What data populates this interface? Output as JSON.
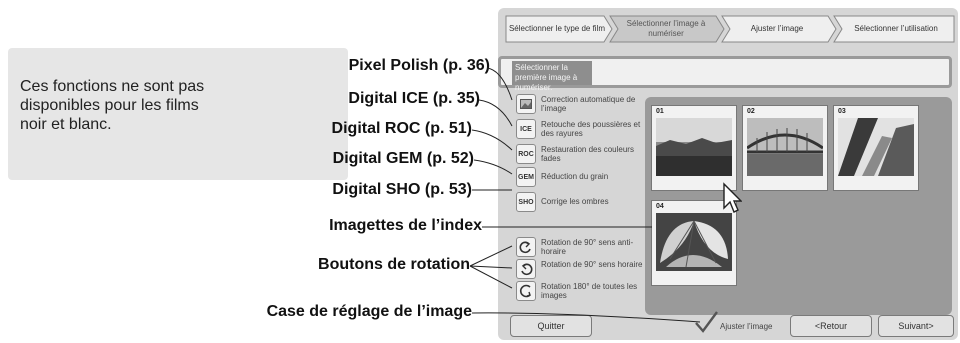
{
  "note": {
    "text": "Ces fonctions ne sont pas disponibles pour les films noir et blanc."
  },
  "callouts": [
    "Pixel Polish (p. 36)",
    "Digital ICE (p. 35)",
    "Digital ROC (p. 51)",
    "Digital GEM (p. 52)",
    "Digital SHO (p. 53)",
    "Imagettes de l’index",
    "Boutons de rotation",
    "Case de réglage de l’image"
  ],
  "steps": [
    "Sélectionner le type de film",
    "Sélectionner l’image à numériser",
    "Ajuster l’image",
    "Sélectionner l’utilisation"
  ],
  "prompt": {
    "label": "Sélectionner la première image à numériser."
  },
  "tools": [
    {
      "icon": "",
      "label": "Correction automatique de l’image"
    },
    {
      "icon": "ICE",
      "label": "Retouche des poussières et des rayures"
    },
    {
      "icon": "ROC",
      "label": "Restauration des couleurs fades"
    },
    {
      "icon": "GEM",
      "label": "Réduction du grain"
    },
    {
      "icon": "SHO",
      "label": "Corrige les ombres"
    }
  ],
  "rotation": [
    {
      "label": "Rotation de 90° sens anti-horaire"
    },
    {
      "label": "Rotation de 90° sens horaire"
    },
    {
      "label": "Rotation 180° de toutes les images"
    }
  ],
  "thumbnails": [
    {
      "number": "01"
    },
    {
      "number": "02"
    },
    {
      "number": "03"
    },
    {
      "number": "04"
    }
  ],
  "buttons": {
    "quit": "Quitter",
    "adjust": "Ajuster l’image",
    "back": "<Retour",
    "next": "Suivant>"
  }
}
